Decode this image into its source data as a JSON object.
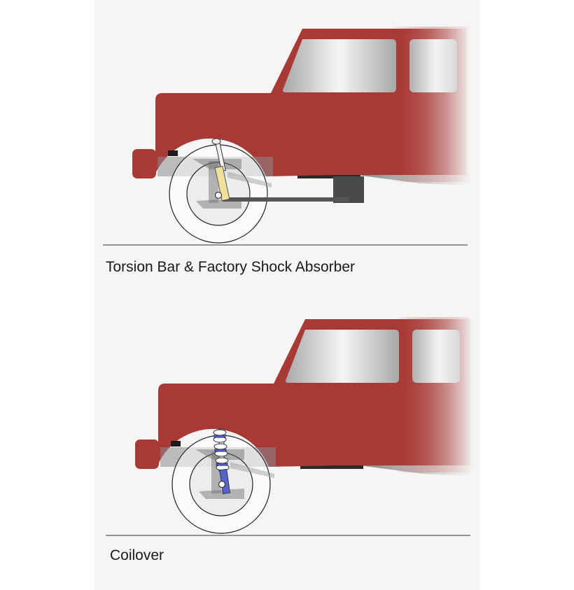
{
  "diagrams": [
    {
      "caption": "Torsion Bar & Factory Shock Absorber",
      "suspension": "torsion-bar-shock"
    },
    {
      "caption": "Coilover",
      "suspension": "coilover"
    }
  ],
  "colors": {
    "body": "#a83935",
    "window_dark": "#a8a8a8",
    "window_light": "#f4f4f4",
    "frame_gray": "#888888",
    "shock_yellow": "#efe19a",
    "coil_blue": "#5863c8",
    "ground_line": "#333333",
    "background": "#f5f5f5"
  }
}
